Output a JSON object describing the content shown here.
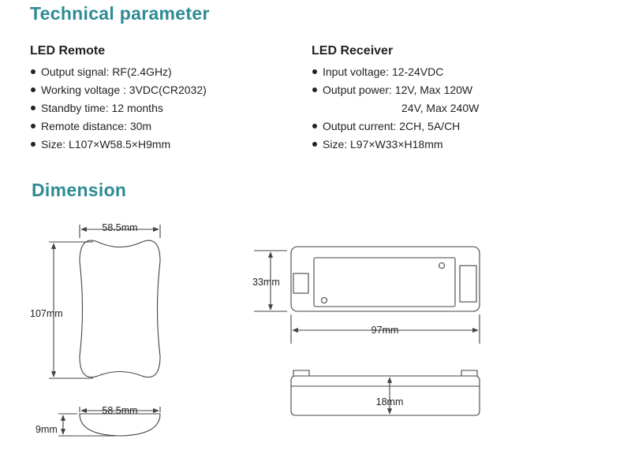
{
  "title": "Technical parameter",
  "remote": {
    "heading": "LED Remote",
    "specs": [
      "Output signal: RF(2.4GHz)",
      "Working voltage : 3VDC(CR2032)",
      "Standby time: 12 months",
      "Remote distance: 30m",
      "Size: L107×W58.5×H9mm"
    ]
  },
  "receiver": {
    "heading": "LED Receiver",
    "specs": [
      "Input voltage: 12-24VDC",
      "Output power: 12V, Max 120W",
      "24V, Max 240W",
      "Output current: 2CH, 5A/CH",
      "Size: L97×W33×H18mm"
    ]
  },
  "dimension": {
    "title": "Dimension",
    "remote_width": "58.5mm",
    "remote_length": "107mm",
    "remote_side_width": "58.5mm",
    "remote_height": "9mm",
    "receiver_width": "33mm",
    "receiver_length": "97mm",
    "receiver_height": "18mm"
  },
  "colors": {
    "heading": "#2e8b94",
    "text": "#222222",
    "line": "#444444"
  }
}
